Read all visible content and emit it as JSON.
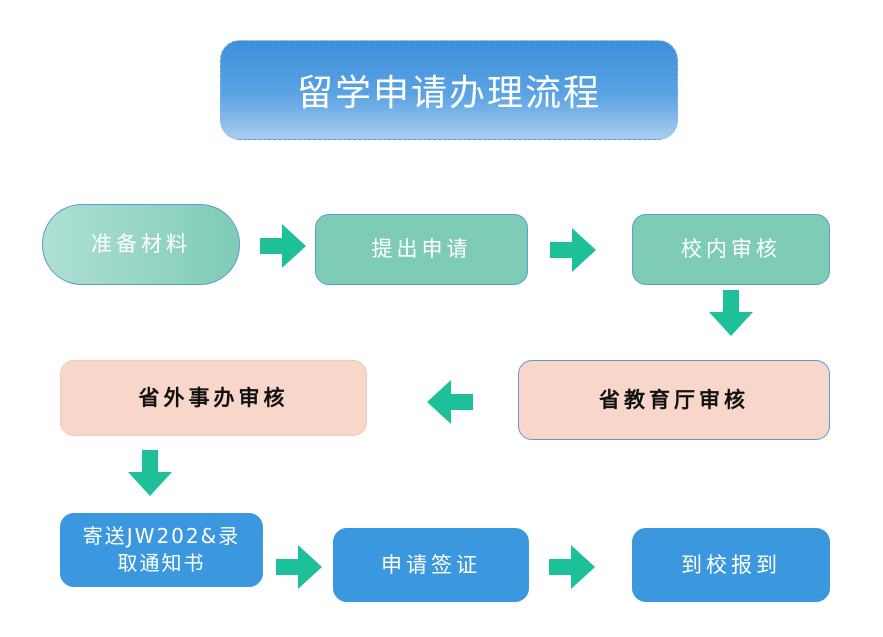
{
  "title": "留学申请办理流程",
  "steps": {
    "prepare": "准备材料",
    "submit": "提出申请",
    "school_review": "校内审核",
    "provincial_edu_review": "省教育厅审核",
    "provincial_foreign_review": "省外事办审核",
    "send_docs": "寄送JW202&录取通知书",
    "visa": "申请签证",
    "report": "到校报到"
  },
  "colors": {
    "teal": "#7fccb6",
    "pink": "#f8d7ca",
    "blue": "#3b97de",
    "arrow": "#1ec09a"
  }
}
